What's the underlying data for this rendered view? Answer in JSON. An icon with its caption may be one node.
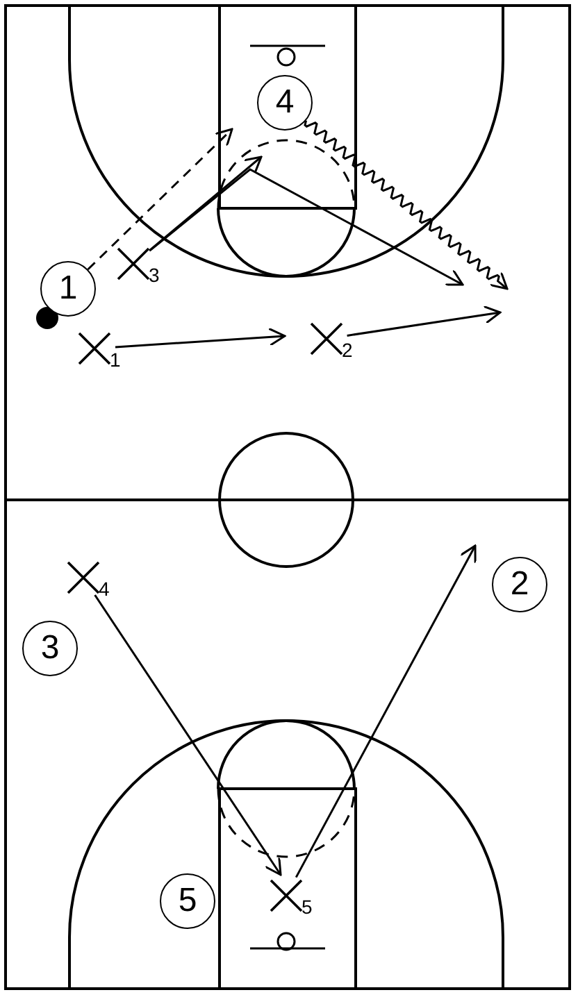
{
  "diagram": {
    "nodes": [
      {
        "text": [
          "4"
        ]
      },
      {
        "text": [
          "3"
        ]
      },
      {
        "text": [
          "1"
        ]
      },
      {
        "text": [
          "1"
        ]
      },
      {
        "text": [
          "2"
        ]
      },
      {
        "text": [
          "4"
        ]
      },
      {
        "text": [
          "2"
        ]
      },
      {
        "text": [
          "3"
        ]
      },
      {
        "text": [
          "5"
        ]
      },
      {
        "text": [
          "5"
        ]
      }
    ],
    "edges": [
      {
        "from": 2,
        "to": 0,
        "arrow": "to",
        "style": "dashed"
      },
      {
        "from": 1,
        "to": 0,
        "arrow": "to"
      },
      {
        "from": 1,
        "to": null,
        "arrow": "to"
      },
      {
        "from": 0,
        "to": null,
        "arrow": "to"
      },
      {
        "from": 3,
        "to": 4,
        "arrow": "to"
      },
      {
        "from": 4,
        "to": null,
        "arrow": "to"
      },
      {
        "from": 5,
        "to": 9,
        "arrow": "to"
      },
      {
        "from": 9,
        "to": 6,
        "arrow": "to"
      }
    ]
  }
}
